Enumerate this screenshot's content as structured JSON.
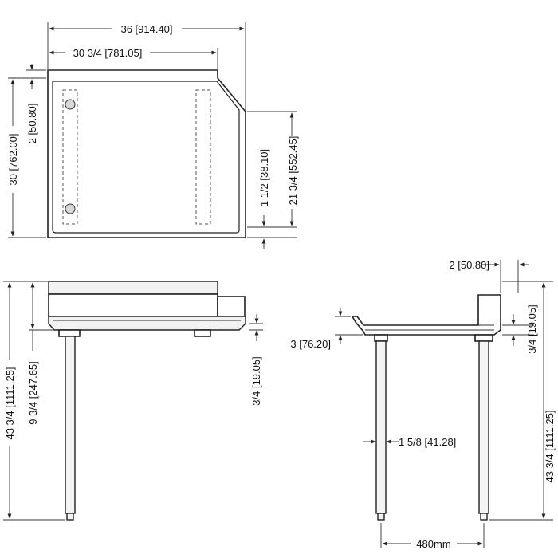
{
  "dimensions": {
    "top_overall_width": "36 [914.40]",
    "top_inner_width": "30 3/4 [781.05]",
    "top_overall_depth": "30 [762.00]",
    "top_backsplash": "2 [50.80]",
    "top_edge_height": "1 1/2 [38.10]",
    "top_bowl_depth": "21 3/4 [552.45]",
    "front_total_height": "43 3/4 [1111.25]",
    "front_splash_height": "9 3/4 [247.65]",
    "front_edge": "3/4 [19.05]",
    "side_backsplash": "2 [50.80]",
    "side_drop": "3 [76.20]",
    "side_edge": "3/4 [19.05]",
    "side_leg_diameter": "1 5/8 [41.28]",
    "side_total_height": "43 3/4 [1111.25]",
    "side_leg_spacing": "480mm"
  },
  "colors": {
    "line": "#222222",
    "panel": "#ffffff",
    "leg": "#f4f4f4"
  }
}
